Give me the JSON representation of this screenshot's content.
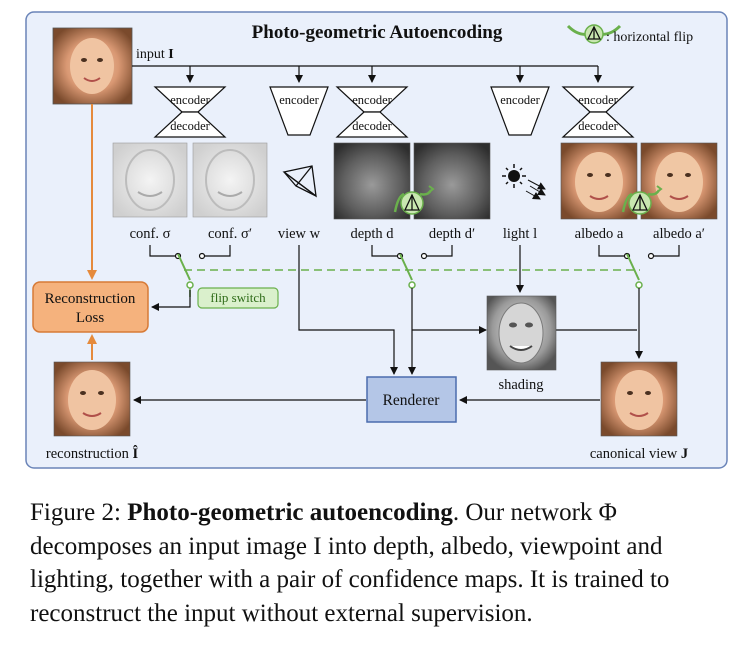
{
  "diagram": {
    "title": "Photo-geometric Autoencoding",
    "flip_legend": ": horizontal flip",
    "input_label": "input",
    "input_symbol": "I",
    "encoder_label": "encoder",
    "decoder_label": "decoder",
    "conf_label": "conf. σ",
    "conf_prime_label": "conf. σ′",
    "view_label": "view w",
    "depth_label": "depth d",
    "depth_prime_label": "depth d′",
    "light_label": "light l",
    "albedo_label": "albedo a",
    "albedo_prime_label": "albedo a′",
    "flip_switch_label": "flip switch",
    "loss_label_1": "Reconstruction",
    "loss_label_2": "Loss",
    "shading_label": "shading",
    "renderer_label": "Renderer",
    "reconstruction_label": "reconstruction",
    "reconstruction_symbol": "Î",
    "canonical_label": "canonical view",
    "canonical_symbol": "J",
    "colors": {
      "panel_bg": "#eaf0fb",
      "panel_border": "#6a84b8",
      "loss_fill": "#f5b27d",
      "loss_border": "#d77a36",
      "renderer_fill": "#b4c6e7",
      "renderer_border": "#4b6cae",
      "green": "#6ab04c",
      "orange_arrow": "#e58a3c"
    }
  },
  "caption": {
    "figure_label": "Figure 2:",
    "bold_title": "Photo-geometric autoencoding",
    "text": ". Our network Φ decomposes an input image I into depth, albedo, viewpoint and lighting, together with a pair of confidence maps. It is trained to reconstruct the input without external supervision."
  }
}
